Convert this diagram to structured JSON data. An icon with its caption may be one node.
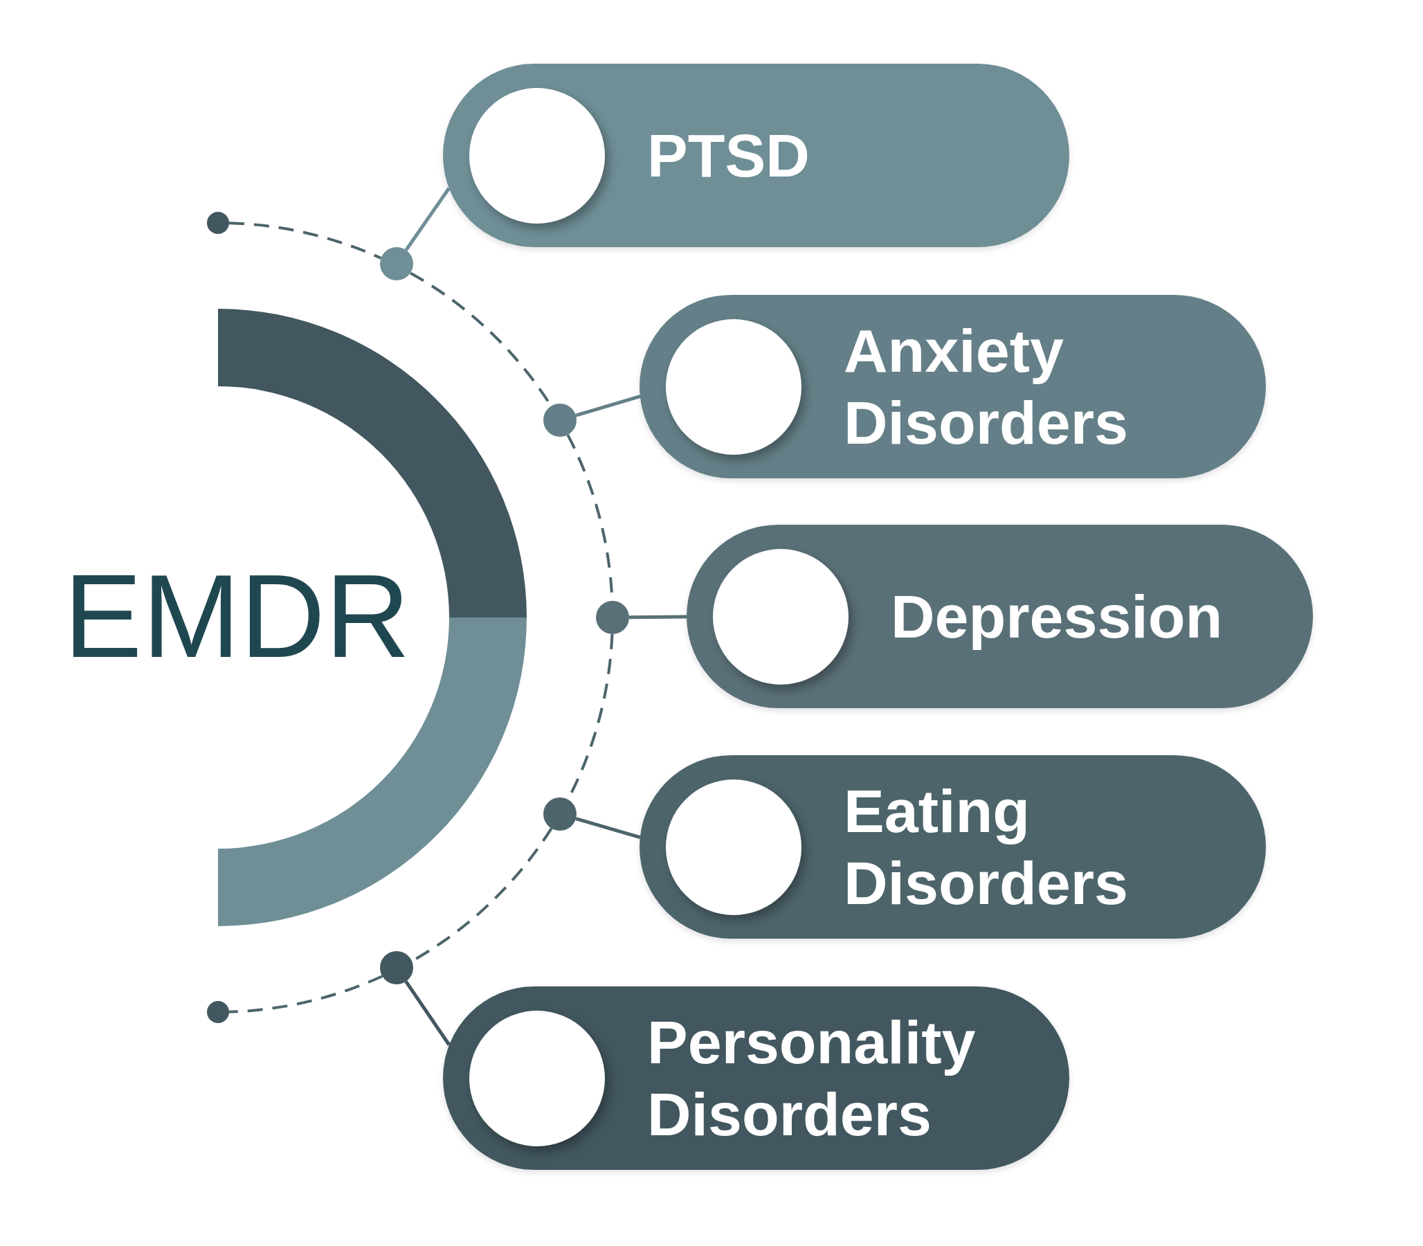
{
  "diagram": {
    "nodes": [
      {
        "text": [
          "EMDR"
        ]
      },
      {
        "text": [],
        "shape": "circle"
      },
      {
        "text": [],
        "shape": "circle"
      },
      {
        "text": [],
        "shape": "circle"
      },
      {
        "text": [],
        "shape": "circle"
      },
      {
        "text": [],
        "shape": "circle"
      },
      {
        "text": [],
        "shape": "circle"
      },
      {
        "text": [],
        "shape": "circle"
      },
      {
        "text": [
          "PTSD"
        ]
      },
      {
        "text": [],
        "shape": "circle",
        "in": 8
      },
      {
        "text": [
          "Anxiety Disorders"
        ]
      },
      {
        "text": [],
        "shape": "circle",
        "in": 10
      },
      {
        "text": [
          "Depression"
        ]
      },
      {
        "text": [],
        "shape": "circle",
        "in": 12
      },
      {
        "text": [
          "Eating Disorders"
        ]
      },
      {
        "text": [],
        "shape": "circle",
        "in": 14
      },
      {
        "text": [
          "Personality Disorders"
        ]
      },
      {
        "text": [],
        "shape": "circle",
        "in": 16
      }
    ],
    "edges": [
      {
        "from": 1,
        "to": 2,
        "arrow": "none",
        "style": "dashed"
      },
      {
        "from": 2,
        "to": 3,
        "arrow": "none",
        "style": "dashed"
      },
      {
        "from": 3,
        "to": 4,
        "arrow": "none",
        "style": "dashed"
      },
      {
        "from": 4,
        "to": 5,
        "arrow": "none",
        "style": "dashed"
      },
      {
        "from": 5,
        "to": 6,
        "arrow": "none",
        "style": "dashed"
      },
      {
        "from": 6,
        "to": 7,
        "arrow": "none",
        "style": "dashed"
      },
      {
        "from": 2,
        "to": 8,
        "arrow": "none"
      },
      {
        "from": 3,
        "to": 10,
        "arrow": "none"
      },
      {
        "from": 4,
        "to": 12,
        "arrow": "none"
      },
      {
        "from": 5,
        "to": 14,
        "arrow": "none"
      },
      {
        "from": 6,
        "to": 16,
        "arrow": "none"
      }
    ]
  }
}
